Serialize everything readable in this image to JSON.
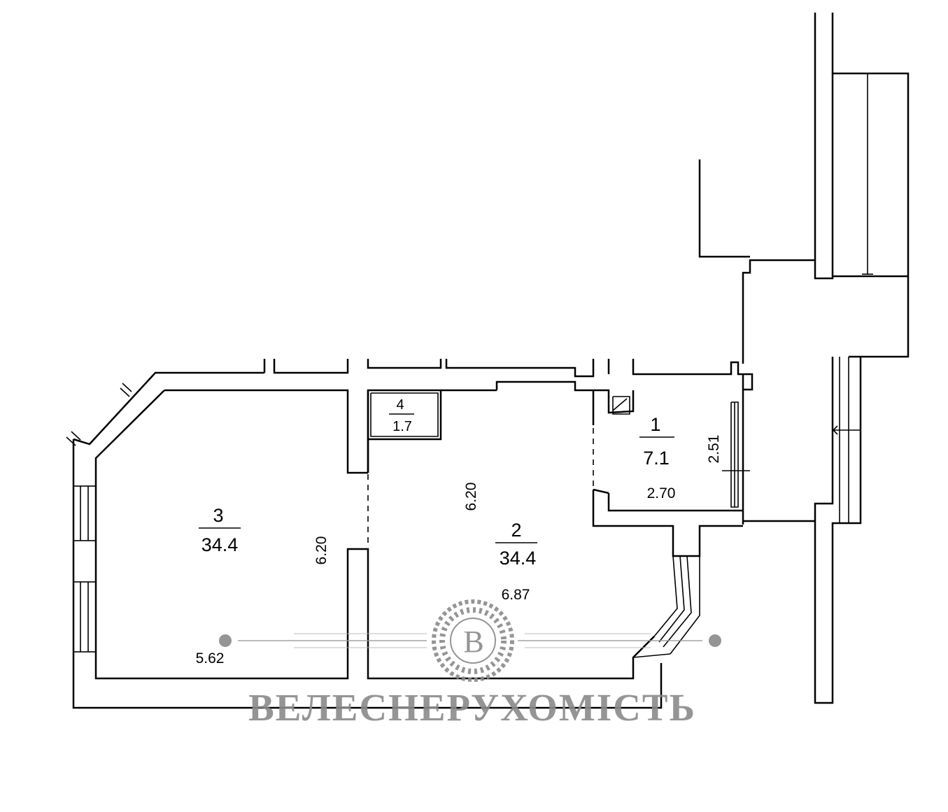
{
  "rooms": [
    {
      "number": "3",
      "area": "34.4"
    },
    {
      "number": "2",
      "area": "34.4"
    },
    {
      "number": "1",
      "area": "7.1"
    },
    {
      "number": "4",
      "area": "1.7"
    }
  ],
  "dimensions": {
    "room3_width": "5.62",
    "room3_depth": "6.20",
    "room2_depth": "6.20",
    "room2_width": "6.87",
    "room1_width": "2.70",
    "room1_depth": "2.51"
  },
  "watermark": {
    "text": "ВЕЛЕСНЕРУХОМІСТЬ",
    "logo_letter": "B"
  },
  "colors": {
    "wall": "#000000",
    "watermark": "#8a8a8a"
  }
}
